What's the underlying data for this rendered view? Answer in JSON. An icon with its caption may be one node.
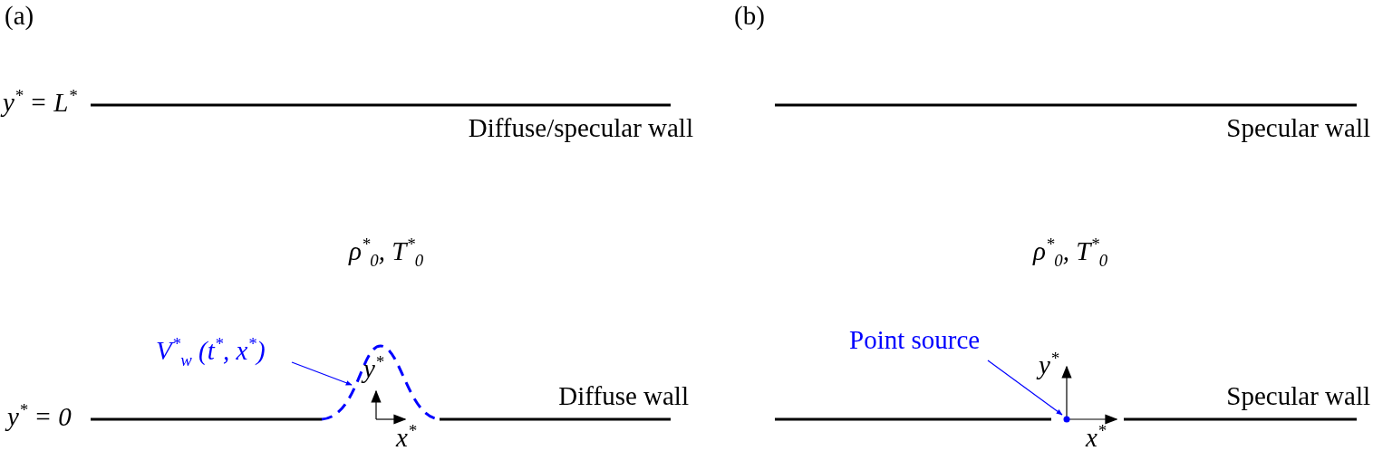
{
  "diagram": {
    "nodes": [
      {
        "text": [
          "V$^{*}$$_{w}$ (t$^{*}$, x$^{*}$)"
        ]
      },
      {
        "text": [],
        "shape": "curve"
      },
      {
        "text": [
          "Point source"
        ]
      },
      {
        "text": [],
        "shape": "circle"
      }
    ],
    "edges": [
      {
        "from": 0,
        "to": 1,
        "arrow": "to"
      },
      {
        "from": 2,
        "to": 3,
        "arrow": "to"
      }
    ],
    "labels": [
      "(a)",
      "y$^{*}$ = L$^{*}$",
      "Diffuse/specular wall",
      "ρ$^{*}$$_{0}$, T$^{*}$$_{0}$",
      "y$^{*}$ = 0",
      "Diffuse wall",
      "y$^{*}$",
      "x$^{*}$",
      "(b)",
      "Specular wall",
      "ρ$^{*}$$_{0}$, T$^{*}$$_{0}$",
      "Specular wall",
      "y$^{*}$",
      "x$^{*}$"
    ]
  }
}
